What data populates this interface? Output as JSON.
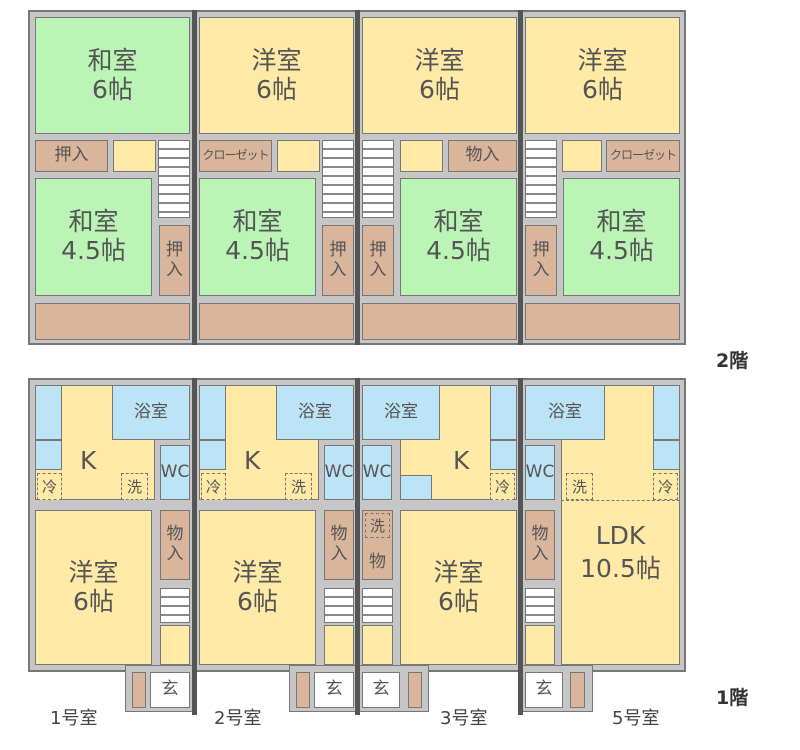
{
  "floors": {
    "upper_label": "2階",
    "lower_label": "1階"
  },
  "upper": {
    "units": [
      {
        "top_room": "和室",
        "top_size": "6帖",
        "closet": "押入",
        "mid_room": "和室",
        "mid_size": "4.5帖",
        "side_closet": "押入"
      },
      {
        "top_room": "洋室",
        "top_size": "6帖",
        "closet": "クローゼット",
        "mid_room": "和室",
        "mid_size": "4.5帖",
        "side_closet": "押入"
      },
      {
        "top_room": "洋室",
        "top_size": "6帖",
        "closet": "物入",
        "mid_room": "和室",
        "mid_size": "4.5帖",
        "side_closet": "押入"
      },
      {
        "top_room": "洋室",
        "top_size": "6帖",
        "closet": "クローゼット",
        "mid_room": "和室",
        "mid_size": "4.5帖",
        "side_closet": "押入"
      }
    ]
  },
  "lower": {
    "units": [
      {
        "name": "1号室",
        "kitchen": "K",
        "bath": "浴室",
        "wc": "WC",
        "fridge": "冷",
        "washer": "洗",
        "room": "洋室",
        "room_size": "6帖",
        "storage": "物入",
        "entrance": "玄"
      },
      {
        "name": "2号室",
        "kitchen": "K",
        "bath": "浴室",
        "wc": "WC",
        "fridge": "冷",
        "washer": "洗",
        "room": "洋室",
        "room_size": "6帖",
        "storage": "物入",
        "entrance": "玄"
      },
      {
        "name": "3号室",
        "kitchen": "K",
        "bath": "浴室",
        "wc": "WC",
        "fridge": "冷",
        "washer": "洗",
        "room": "洋室",
        "room_size": "6帖",
        "storage": "物",
        "entrance": "玄"
      },
      {
        "name": "5号室",
        "kitchen": "LDK",
        "kitchen_size": "10.5帖",
        "bath": "浴室",
        "wc": "WC",
        "fridge": "冷",
        "washer": "洗",
        "storage": "物入",
        "entrance": "玄"
      }
    ]
  },
  "colors": {
    "tatami": "#bbf5b5",
    "flooring": "#fee9a6",
    "storage": "#d9b59c",
    "wet": "#bde3f6",
    "wall": "#c6c6c6"
  }
}
